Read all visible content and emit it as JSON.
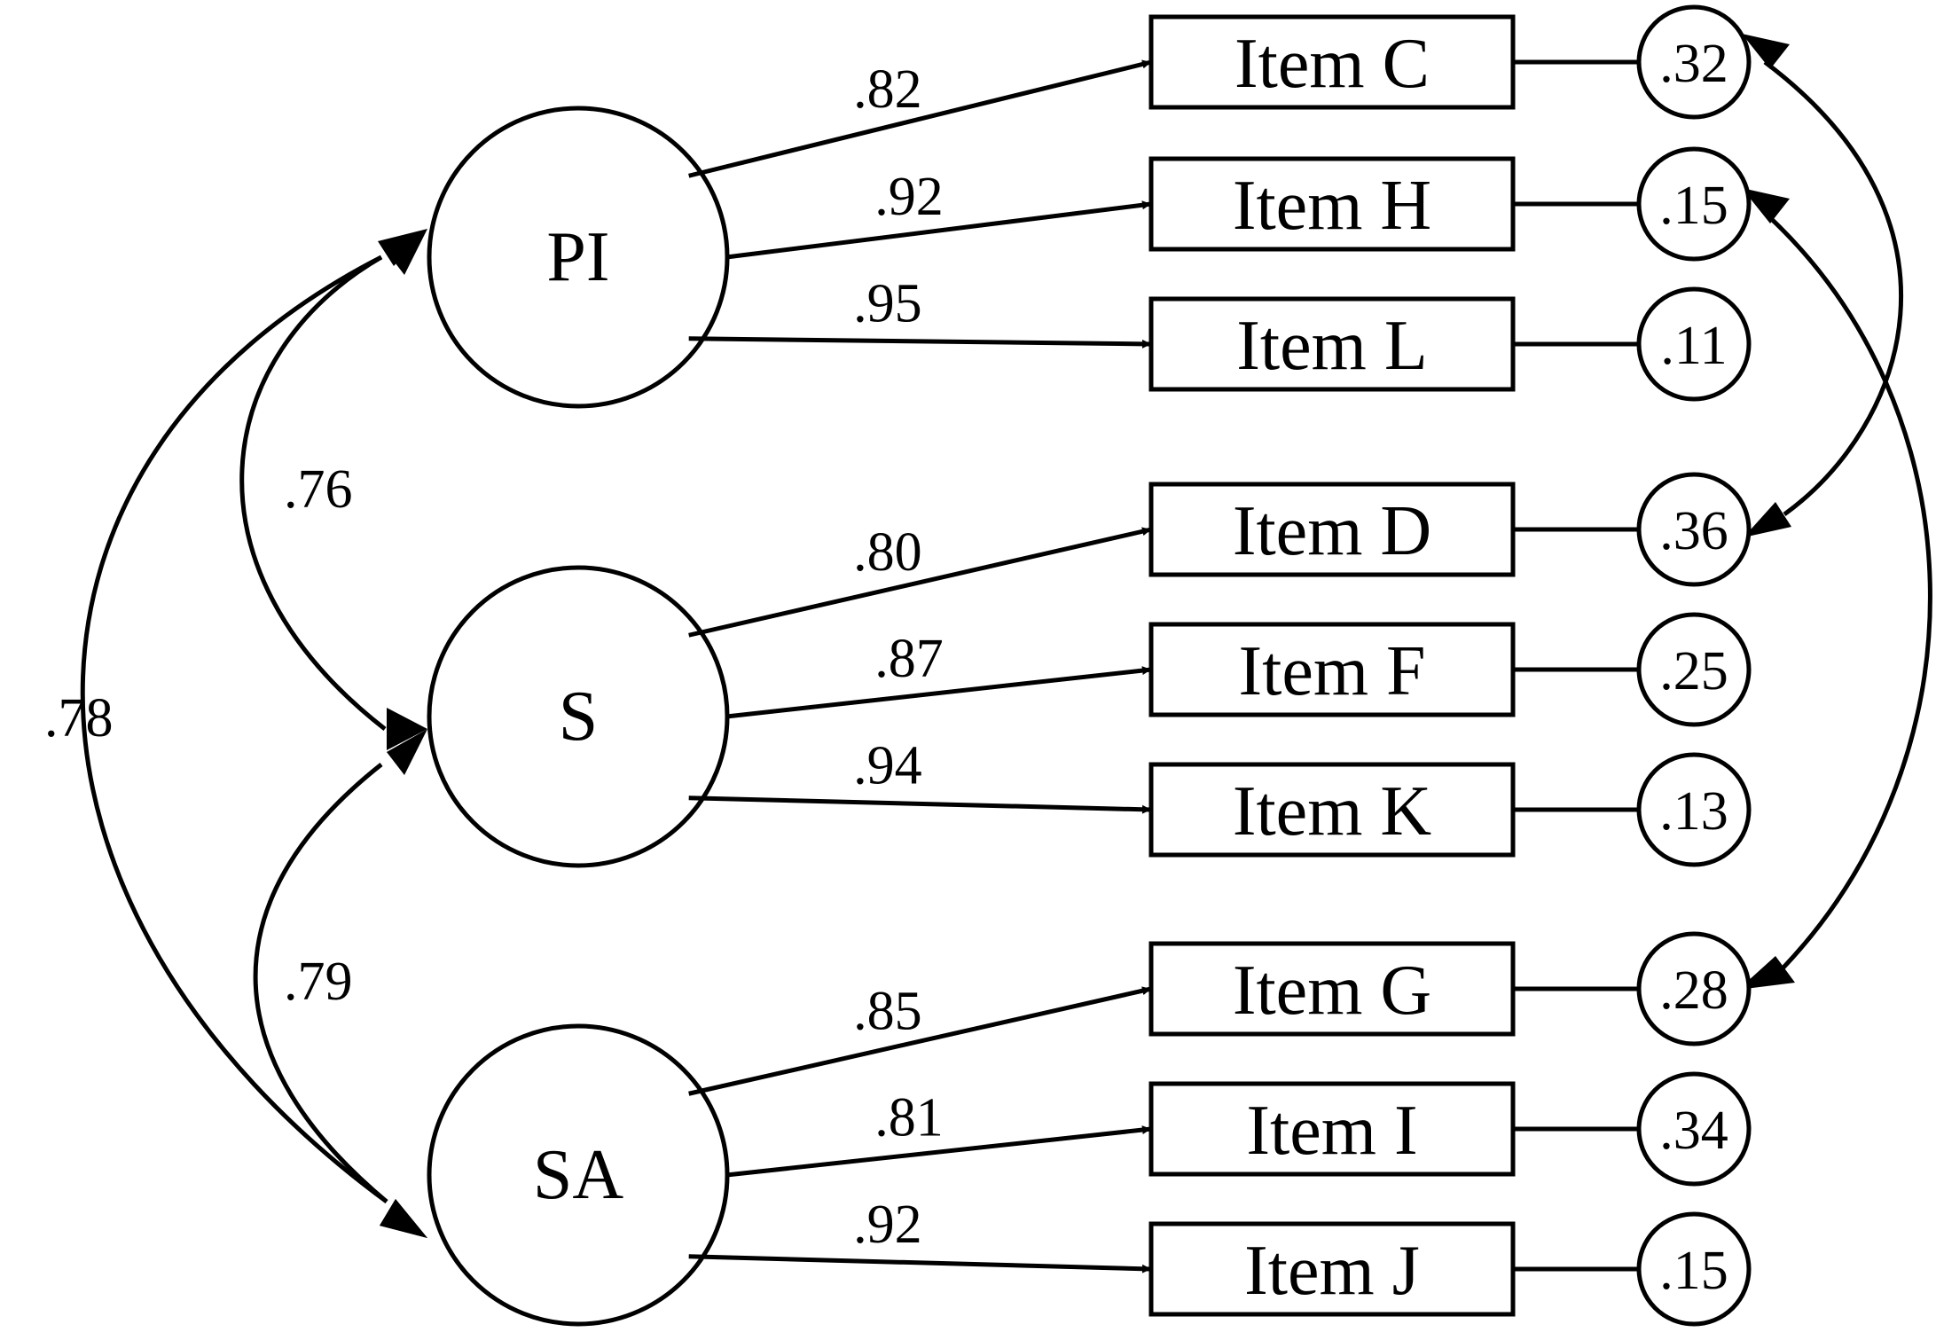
{
  "latents": [
    {
      "id": "PI",
      "label": "PI"
    },
    {
      "id": "S",
      "label": "S"
    },
    {
      "id": "SA",
      "label": "SA"
    }
  ],
  "items": [
    {
      "id": "C",
      "label": "Item C",
      "loading": ".82",
      "error": ".32",
      "factor": "PI"
    },
    {
      "id": "H",
      "label": "Item H",
      "loading": ".92",
      "error": ".15",
      "factor": "PI"
    },
    {
      "id": "L",
      "label": "Item L",
      "loading": ".95",
      "error": ".11",
      "factor": "PI"
    },
    {
      "id": "D",
      "label": "Item D",
      "loading": ".80",
      "error": ".36",
      "factor": "S"
    },
    {
      "id": "F",
      "label": "Item F",
      "loading": ".87",
      "error": ".25",
      "factor": "S"
    },
    {
      "id": "K",
      "label": "Item K",
      "loading": ".94",
      "error": ".13",
      "factor": "S"
    },
    {
      "id": "G",
      "label": "Item G",
      "loading": ".85",
      "error": ".28",
      "factor": "SA"
    },
    {
      "id": "I",
      "label": "Item I",
      "loading": ".81",
      "error": ".34",
      "factor": "SA"
    },
    {
      "id": "J",
      "label": "Item J",
      "loading": ".92",
      "error": ".15",
      "factor": "SA"
    }
  ],
  "factor_correlations": [
    {
      "from": "PI",
      "to": "S",
      "value": ".76"
    },
    {
      "from": "S",
      "to": "SA",
      "value": ".79"
    },
    {
      "from": "PI",
      "to": "SA",
      "value": ".78"
    }
  ],
  "error_covariances": [
    {
      "from": "C",
      "to": "D"
    },
    {
      "from": "H",
      "to": "G"
    }
  ]
}
